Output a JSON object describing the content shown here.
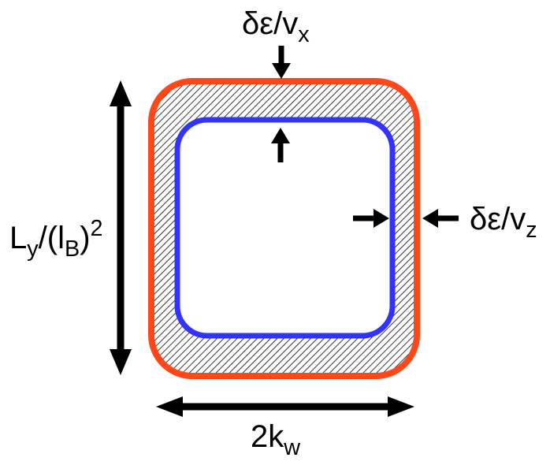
{
  "labels": {
    "top": {
      "main": "δε/v",
      "sub": "x"
    },
    "right": {
      "main": "δε/v",
      "sub": "z"
    },
    "left": {
      "a": "L",
      "sub1": "y",
      "b": "/(l",
      "sub2": "B",
      "c": ")",
      "sup": "2"
    },
    "bottom": {
      "main": "2k",
      "sub": "w"
    }
  },
  "colors": {
    "outer_boundary": "#ff4719",
    "inner_boundary": "#3333ff",
    "arrows": "#000000",
    "hatch": "#000000"
  },
  "icons": {
    "double_arrow": "double-headed-arrow",
    "arrow": "single-arrow"
  }
}
